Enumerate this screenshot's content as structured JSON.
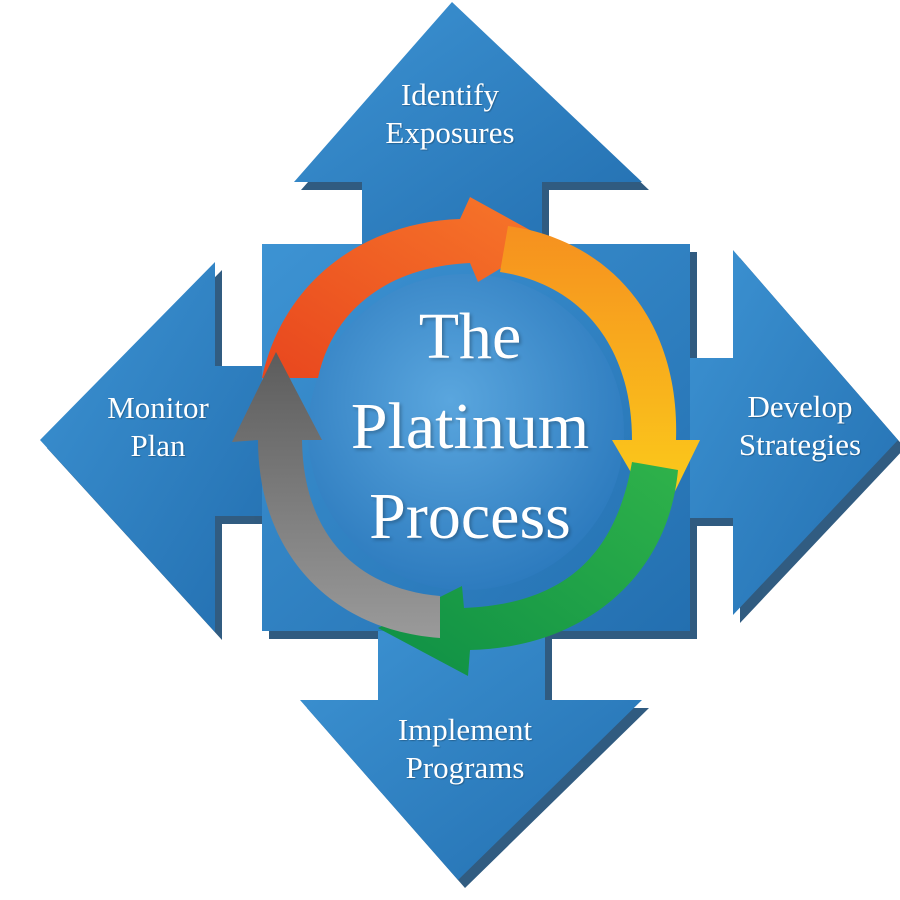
{
  "center": {
    "line1": "The",
    "line2": "Platinum",
    "line3": "Process"
  },
  "arrows": {
    "top": {
      "line1": "Identify",
      "line2": "Exposures"
    },
    "right": {
      "line1": "Develop",
      "line2": "Strategies"
    },
    "bottom": {
      "line1": "Implement",
      "line2": "Programs"
    },
    "left": {
      "line1": "Monitor",
      "line2": "Plan"
    }
  },
  "colors": {
    "blue": "#2f82c4",
    "blue_dark": "#1b5e96",
    "orange": "#f05a22",
    "yellow": "#f9b91c",
    "green": "#14a04a",
    "gray": "#707070"
  }
}
